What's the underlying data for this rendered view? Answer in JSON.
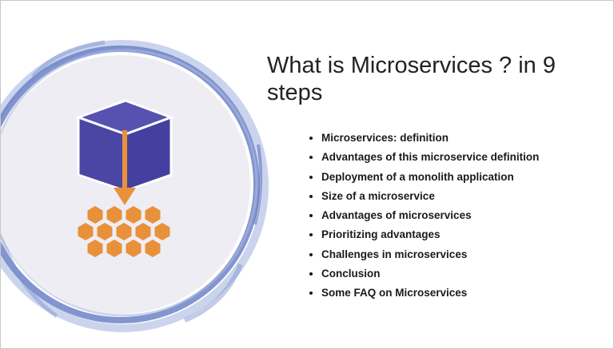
{
  "slide": {
    "title": "What is Microservices ? in 9 steps",
    "bullets": [
      "Microservices: definition",
      "Advantages of this microservice definition",
      "Deployment of a monolith application",
      "Size of a microservice",
      "Advantages of microservices",
      "Prioritizing advantages",
      "Challenges in microservices",
      "Conclusion",
      "Some FAQ on Microservices"
    ]
  },
  "colors": {
    "cube_face": "#4b46a4",
    "cube_edge": "#ffffff",
    "arrow": "#e8913a",
    "hexagon": "#e8913a",
    "circle_fill": "#eeedf3",
    "circle_ring": "#6d82c6"
  },
  "icons": [
    "cube-icon",
    "down-arrow-icon",
    "hexagon-cluster-icon"
  ]
}
